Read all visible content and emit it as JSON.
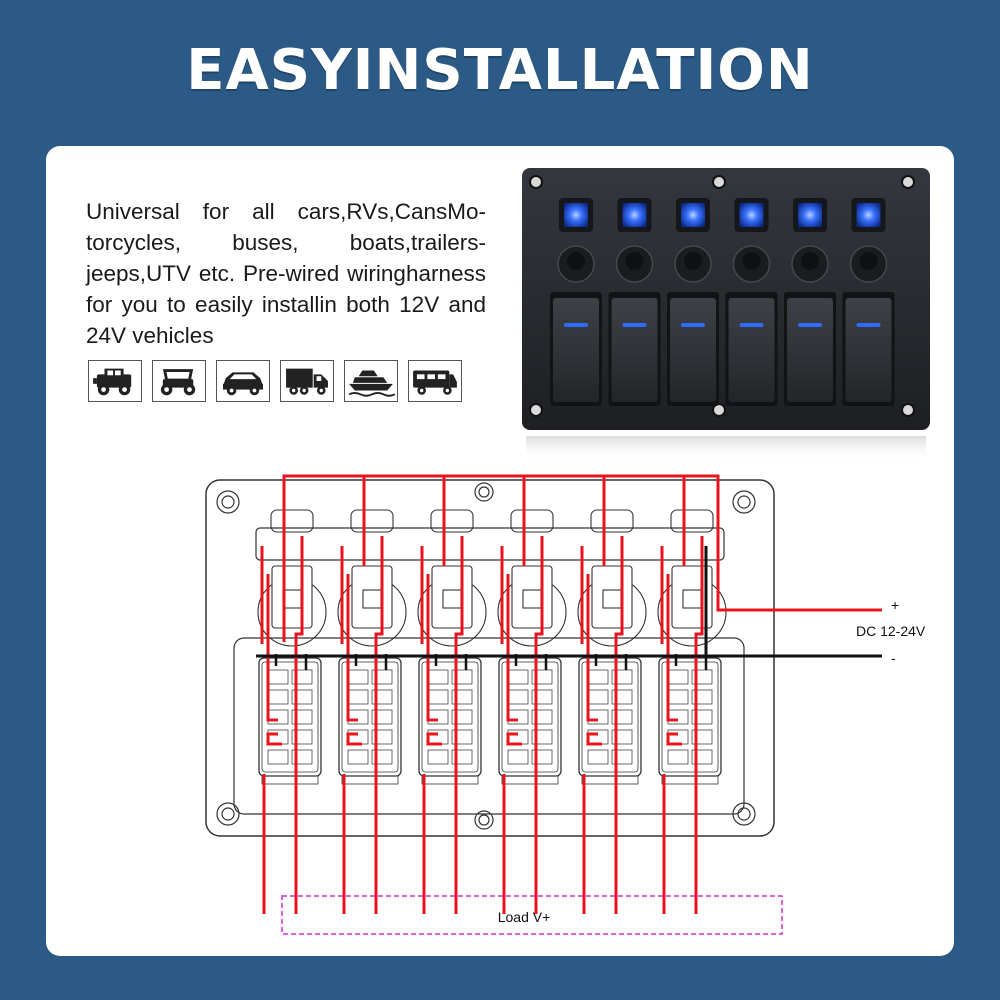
{
  "headline": "EASYINSTALLATION",
  "description": "Universal for all cars,RVs,CansMo-torcycles, buses, boats,trailers-jeeps,UTV etc. Pre-wired wiringharness for you to easily installin both 12V and 24V vehicles",
  "vehicle_icons": [
    "jeep-icon",
    "utv-icon",
    "car-icon",
    "truck-icon",
    "boat-icon",
    "rv-icon"
  ],
  "diagram": {
    "plus_label": "+",
    "power_label": "DC 12-24V",
    "minus_label": "-",
    "load_label": "Load V+",
    "switch_count": 6,
    "colors": {
      "positive_wire": "#e8141c",
      "ground_wire": "#111111",
      "load_box": "#d12fd1",
      "led": "#2f6bff",
      "panel_face": "#2a2d33"
    }
  }
}
